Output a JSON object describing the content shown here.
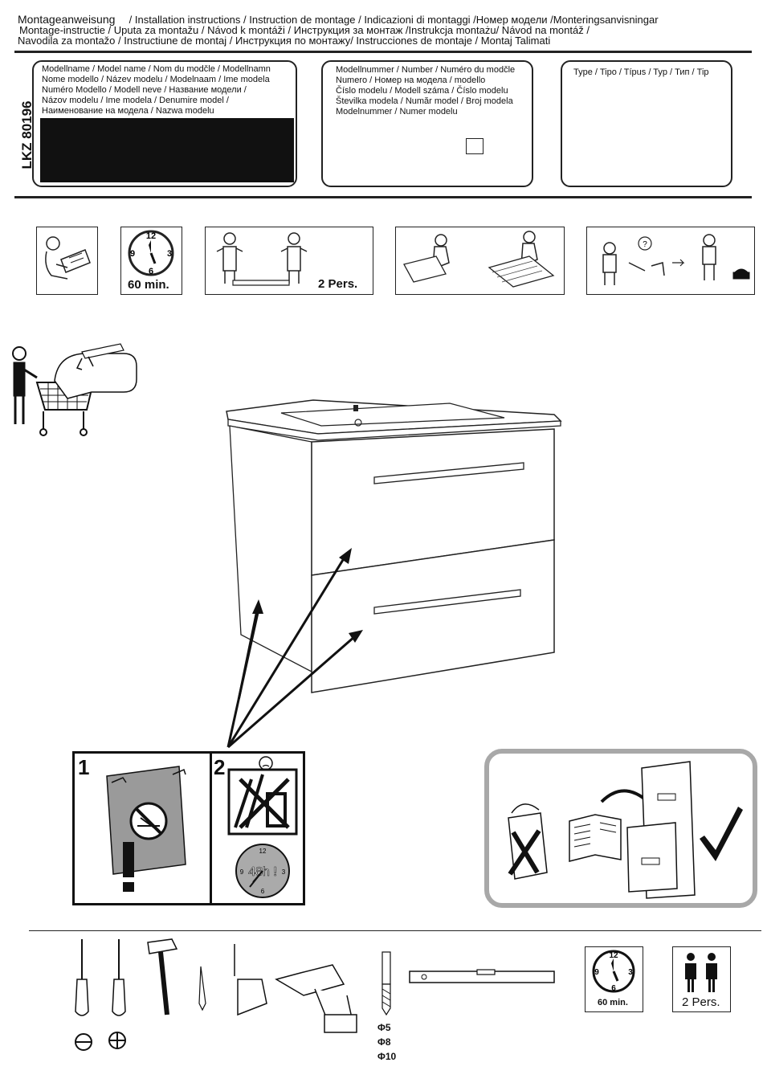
{
  "header": {
    "title_bold": "Montageanweisung",
    "line1_rest": "/ Installation instructions / Instruction de montage / Indicazioni di montaggi /Номер модели /Monteringsanvisningar",
    "line2": "Montage-instructie / Uputa za montažu / Návod k montáži / Инструкция за монтаж /Instrukcja montażu/ Návod na montáž /",
    "line3": "Navodila za montažo / Instructiune de montaj / Инструкция по монтажу/ Instrucciones de montaje / Montaj Talimati"
  },
  "model_code": "LKZ 80196",
  "model_name_box": {
    "lines": [
      "Modellname / Model name / Nom du modčle / Modellnamn",
      "Nome modello / Název modelu / Modelnaam / Ime modela",
      "Numéro Modello / Modell neve / Название модели /",
      "Názov modelu / Ime modela / Denumire model /",
      "Наименование на модела / Nazwa modelu"
    ]
  },
  "model_number_box": {
    "lines": [
      "Modellnummer / Number / Numéro du modčle",
      "Numero /  Номер на модела / modello",
      "Číslo modelu / Modell száma / Číslo modelu",
      "Številka modela / Număr model / Broj modela",
      "Modelnummer / Numer modelu"
    ]
  },
  "type_box": {
    "text": "Type / Tipo / Típus / Typ / Тип / Tip"
  },
  "top_icons": {
    "clock_label": "60 min.",
    "persons_label": "2 Pers."
  },
  "warning_panel": {
    "step1": "1",
    "step2": "2",
    "clock_text": "48h !"
  },
  "clock_numbers": [
    "12",
    "3",
    "6",
    "9"
  ],
  "tools": {
    "drill_sizes": [
      "Φ5",
      "Φ8",
      "Φ10"
    ],
    "clock_label": "60 min.",
    "persons_label": "2 Pers."
  }
}
